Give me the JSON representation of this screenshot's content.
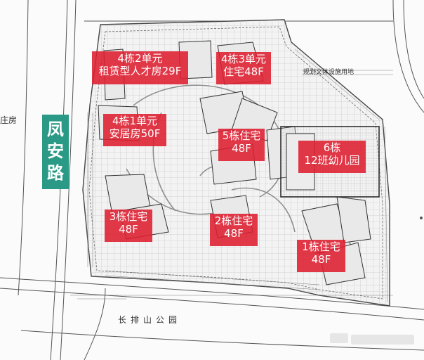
{
  "road": {
    "chars": [
      "凤",
      "安",
      "路"
    ],
    "color": "#2a9a86"
  },
  "park_label": "长排山公园",
  "left_edge_text": "庄房",
  "right_label": "规划文体设施用地",
  "accent": "#de1e30",
  "blocks": [
    {
      "line1": "4栋2单元",
      "line2": "租赁型人才房29F"
    },
    {
      "line1": "4栋3单元",
      "line2": "住宅48F"
    },
    {
      "line1": "4栋1单元",
      "line2": "安居房50F"
    },
    {
      "line1": "5栋住宅",
      "line2": "48F"
    },
    {
      "line1": "6栋",
      "line2": "12班幼儿园"
    },
    {
      "line1": "3栋住宅",
      "line2": "48F"
    },
    {
      "line1": "2栋住宅",
      "line2": "48F"
    },
    {
      "line1": "1栋住宅",
      "line2": "48F"
    }
  ]
}
